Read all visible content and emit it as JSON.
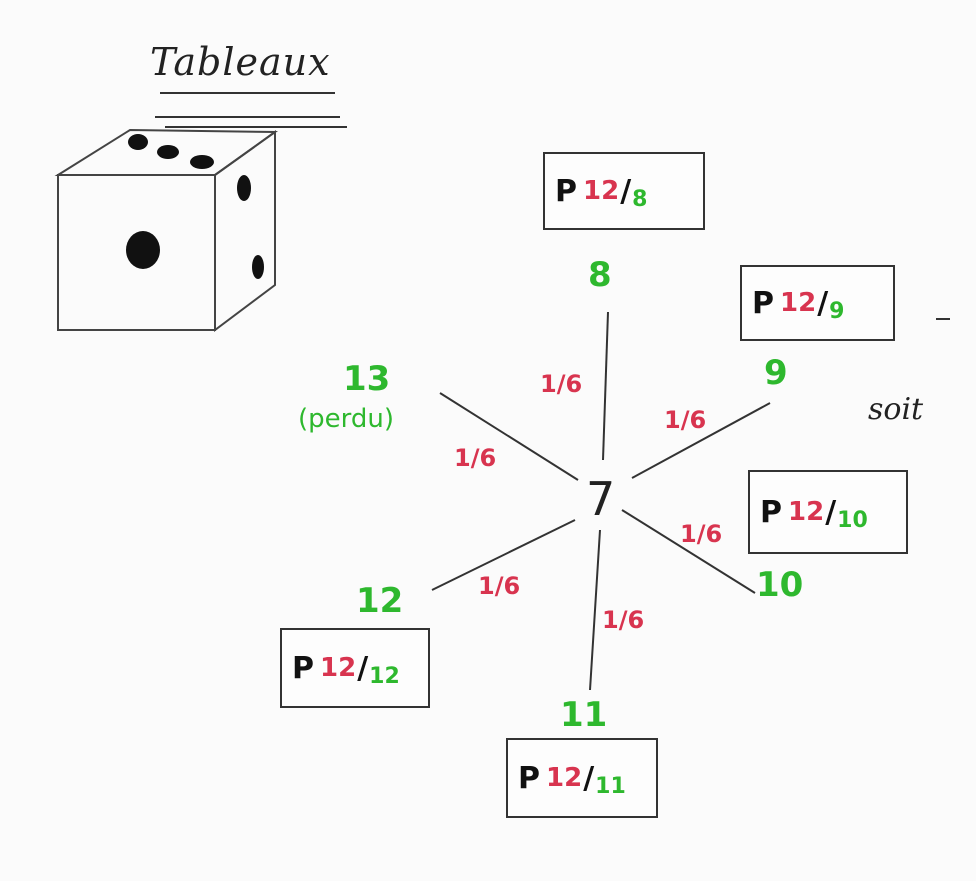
{
  "title": "Tableaux",
  "aside": "soit",
  "center": "7",
  "probability_label": "1/6",
  "branches": [
    {
      "id": "8",
      "label": "8",
      "sub": "",
      "prob": "1/6",
      "box": {
        "p": "P",
        "num": "12",
        "den": "8"
      }
    },
    {
      "id": "9",
      "label": "9",
      "sub": "",
      "prob": "1/6",
      "box": {
        "p": "P",
        "num": "12",
        "den": "9"
      }
    },
    {
      "id": "10",
      "label": "10",
      "sub": "",
      "prob": "1/6",
      "box": {
        "p": "P",
        "num": "12",
        "den": "10"
      }
    },
    {
      "id": "11",
      "label": "11",
      "sub": "",
      "prob": "1/6",
      "box": {
        "p": "P",
        "num": "12",
        "den": "11"
      }
    },
    {
      "id": "12",
      "label": "12",
      "sub": "",
      "prob": "1/6",
      "box": {
        "p": "P",
        "num": "12",
        "den": "12"
      }
    },
    {
      "id": "13",
      "label": "13",
      "sub": "(perdu)",
      "prob": "1/6",
      "box": null
    }
  ],
  "colors": {
    "outcome": "#2eb82e",
    "probability": "#d8344f",
    "ink": "#222222"
  }
}
